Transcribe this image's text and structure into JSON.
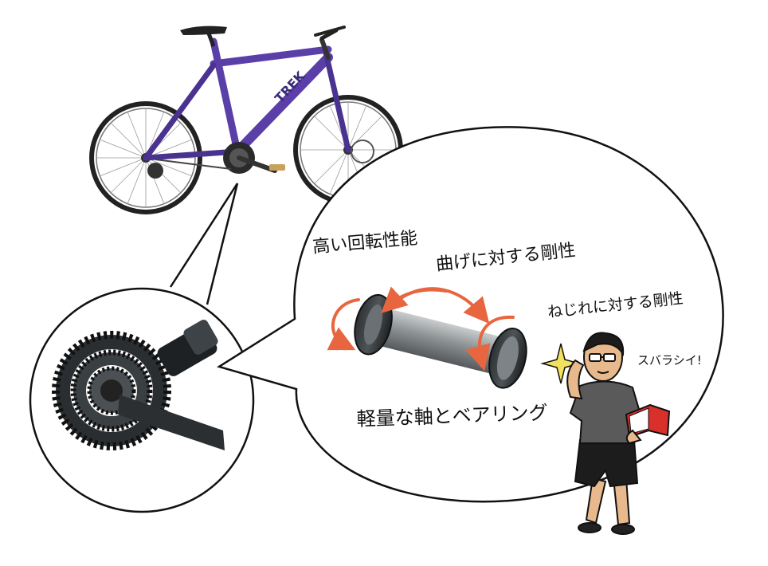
{
  "labels": {
    "high_rotation": "高い回転性能",
    "bending_rigidity": "曲げに対する剛性",
    "torsion_rigidity": "ねじれに対する剛性",
    "light_axle": "軽量な軸とベアリング",
    "exclaim": "スバラシイ!"
  },
  "brand": {
    "frame_logo": "TREK"
  },
  "colors": {
    "frame": "#5b3fa8",
    "frame_dark": "#3b2a7a",
    "arrow": "#e8663f",
    "axle": "#8d9294",
    "outline": "#111111",
    "book": "#d9302c"
  },
  "icons": [
    "bicycle-illustration",
    "crankset-illustration",
    "axle-illustration",
    "sparkle-icon",
    "reader-character"
  ]
}
